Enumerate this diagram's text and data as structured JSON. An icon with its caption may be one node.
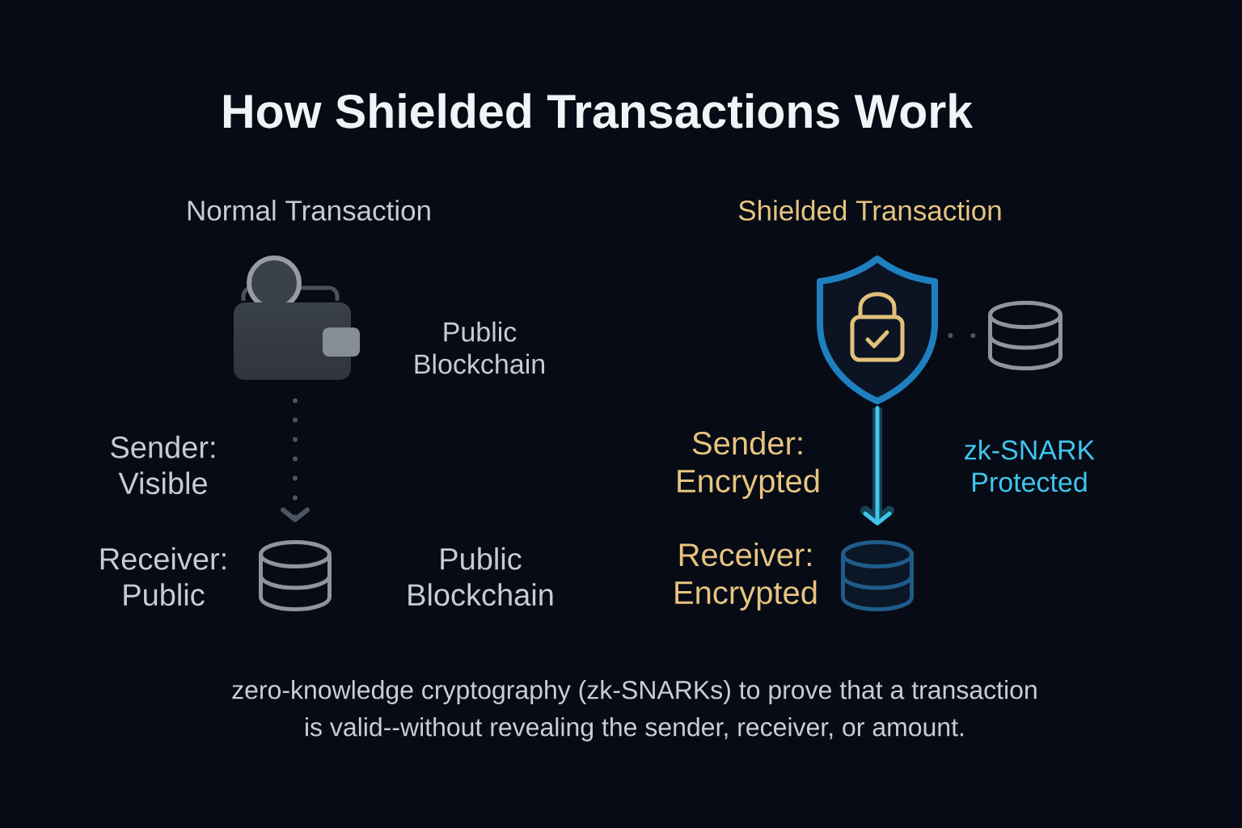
{
  "diagram": {
    "title": "How Shielded Transactions Work",
    "caption": "zero-knowledge cryptography (zk-SNARKs) to prove that a transaction is valid--without revealing the sender, receiver, or amount.",
    "nodes": [
      {
        "text": [],
        "shape": "picture"
      },
      {
        "text": [],
        "shape": "picture"
      },
      {
        "text": [],
        "shape": "cylinder"
      },
      {
        "text": [],
        "shape": "cylinder"
      },
      {
        "text": [],
        "shape": "cylinder"
      }
    ],
    "edges": [
      {
        "from": 0,
        "to": 3,
        "arrow": "to",
        "style": "dashed"
      },
      {
        "from": 1,
        "to": 2,
        "arrow": "none",
        "style": "dashed"
      },
      {
        "from": 1,
        "to": 4,
        "arrow": "to",
        "color": "#3ec6ef"
      }
    ],
    "labels": [
      "Normal Transaction",
      "Shielded Transaction",
      "Public Blockchain",
      "Sender: Visible",
      "Sender: Encrypted",
      "zk-SNARK Protected",
      "Receiver: Public",
      "Public Blockchain",
      "Receiver: Encrypted"
    ]
  }
}
